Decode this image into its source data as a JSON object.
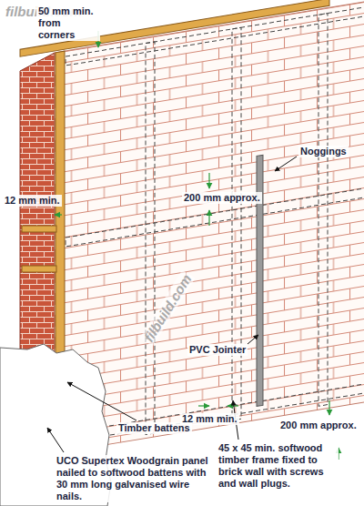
{
  "diagram": {
    "labels": [
      "filbuild.com",
      "50 mm min. from corners",
      "12 mm min.",
      "200 mm approx.",
      "Noggings",
      "PVC Jointer",
      "12 mm min.",
      "Timber battens",
      "45 x 45 min. softwood timber frame fixed to brick wall with screws and wall plugs.",
      "200 mm approx.",
      "UCO Supertex Woodgrain panel nailed to softwood battens with 30 mm long galvanised wire nails.",
      "filbuild.com"
    ]
  }
}
